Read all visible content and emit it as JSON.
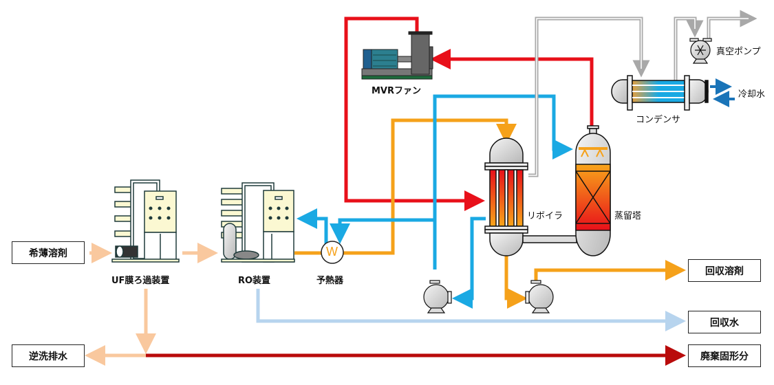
{
  "title": "MVR蒸留による溶剤回収プロセスフロー",
  "inputs": {
    "dilute_solvent": "希薄溶剤"
  },
  "outputs": {
    "recovered_solvent": "回収溶剤",
    "recovered_water": "回収水",
    "backwash_drain": "逆洗排水",
    "waste_solids": "廃棄固形分"
  },
  "equipment": {
    "uf": "UF膜ろ過装置",
    "ro": "RO装置",
    "preheater": "予熱器",
    "preheater_symbol": "W",
    "mvr_fan": "MVRファン",
    "reboiler": "リボイラ",
    "distillation_tower": "蒸留塔",
    "condenser": "コンデンサ",
    "vacuum_pump": "真空ポンプ",
    "cooling_water": "冷却水"
  },
  "colors": {
    "vapor_red": "#e8101a",
    "water_blue": "#1aa9e3",
    "solvent_orange": "#f5a11a",
    "feed_peach": "#f9c89e",
    "recovered_water_lightblue": "#b7d4ee",
    "waste_darkred": "#b90b0b",
    "gas_gray": "#a8a8a8",
    "cooling_blue": "#1a74b8",
    "equipment_cream": "#fbf8d2",
    "equipment_outline": "#1f3a3a"
  }
}
